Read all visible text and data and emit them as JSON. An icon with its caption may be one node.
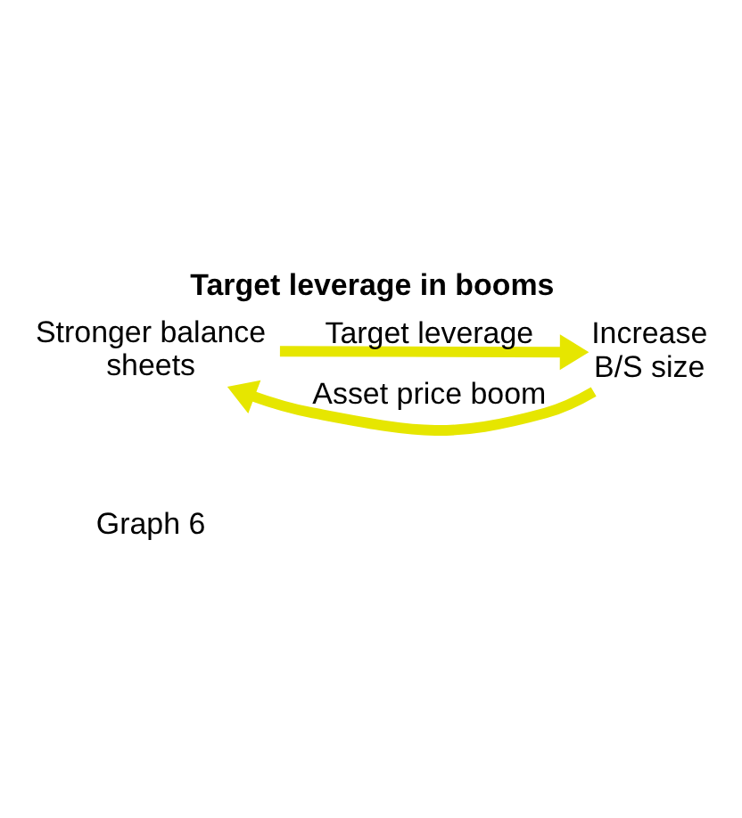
{
  "diagram": {
    "title": "Target leverage in booms",
    "nodes": [
      {
        "text": [
          "Stronger balance sheets"
        ]
      },
      {
        "text": [
          "Increase B/S size"
        ]
      }
    ],
    "edges": [
      {
        "from": 0,
        "to": 1,
        "arrow": "to",
        "label": "Target leverage"
      },
      {
        "from": 1,
        "to": 0,
        "arrow": "to",
        "label": "Asset price boom"
      }
    ],
    "labels": [
      "Graph 6"
    ]
  }
}
